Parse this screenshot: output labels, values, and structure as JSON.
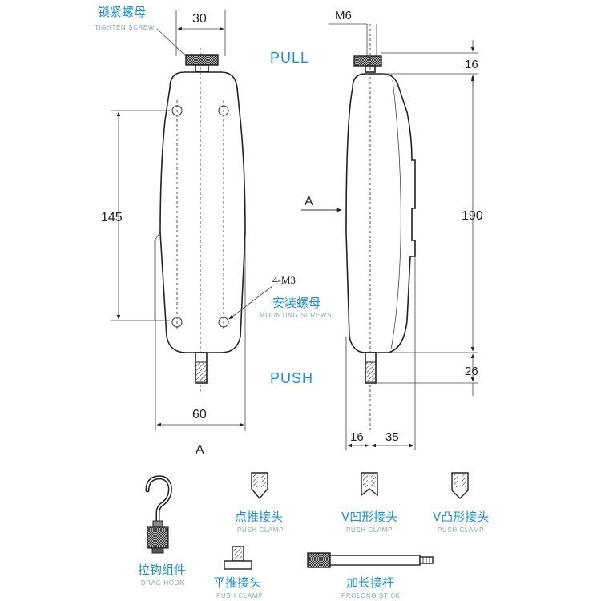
{
  "colors": {
    "accent": "#1e8fd6",
    "line": "#222222",
    "caption": "#8aa6c0"
  },
  "top_labels": {
    "tighten_cn": "锁紧螺母",
    "tighten_en": "TIGHTEN SCREW",
    "pull": "PULL",
    "push": "PUSH"
  },
  "front_view": {
    "dim_top": "30",
    "dim_height": "145",
    "dim_bottom": "60",
    "thread": "4-M3",
    "mount_cn": "安装螺母",
    "mount_en": "MOUNTING SCREWS",
    "view_label": "A"
  },
  "side_view": {
    "thread": "M6",
    "dim_16_top": "16",
    "dim_190": "190",
    "dim_26": "26",
    "dim_16_bottom": "16",
    "dim_35": "35",
    "arrow_label": "A"
  },
  "accessories": [
    {
      "cn": "拉钩组件",
      "en": "DRAG HOOK",
      "icon": "hook-icon"
    },
    {
      "cn": "点推接头",
      "en": "PUSH CLAMP",
      "icon": "point-clamp-icon"
    },
    {
      "cn": "V凹形接头",
      "en": "PUSH CLAMP",
      "icon": "v-concave-clamp-icon"
    },
    {
      "cn": "V凸形接头",
      "en": "PUSH CLAMP",
      "icon": "v-convex-clamp-icon"
    },
    {
      "cn": "平推接头",
      "en": "PUSH CLAMP",
      "icon": "flat-clamp-icon"
    },
    {
      "cn": "加长接杆",
      "en": "PROLONG STICK",
      "icon": "prolong-stick-icon"
    }
  ]
}
